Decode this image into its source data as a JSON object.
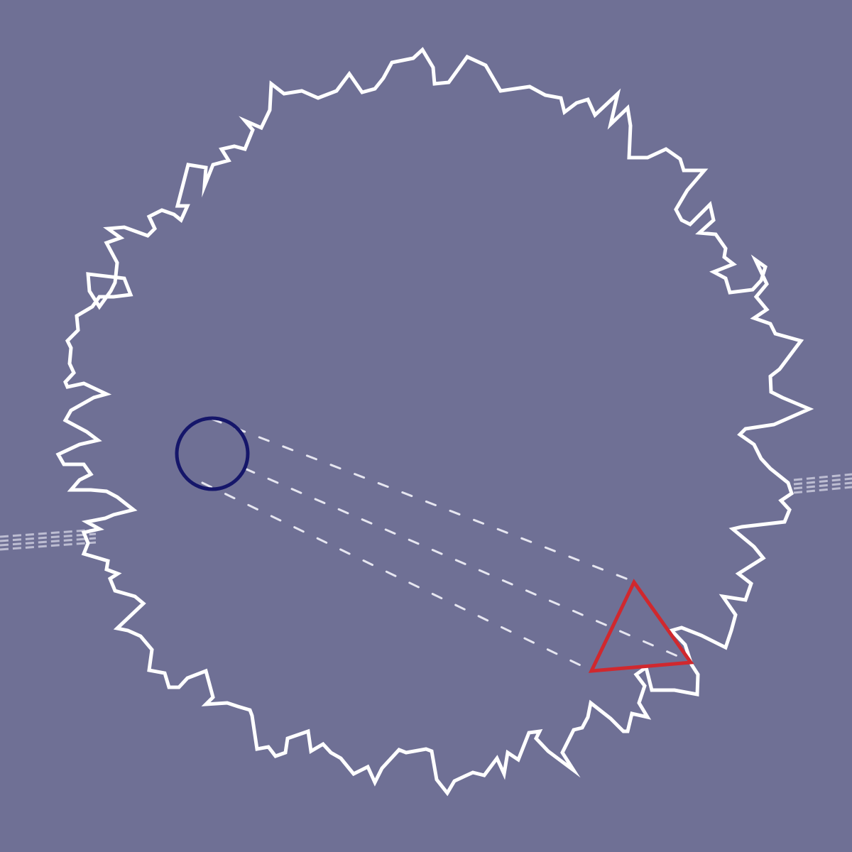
{
  "scene": {
    "background_color": "#6f7095",
    "boundary": {
      "kind": "jagged-closed-outline",
      "stroke_color": "#ffffff"
    },
    "circle": {
      "stroke_color": "#15166a"
    },
    "triangle": {
      "stroke_color": "#d0282e"
    },
    "guide_lines": {
      "count": 3,
      "style": "dashed",
      "color": "#e6e6f0"
    },
    "edge_marks": {
      "count": 2,
      "style": "dashed-bundle",
      "color": "#bdbdd2"
    }
  }
}
